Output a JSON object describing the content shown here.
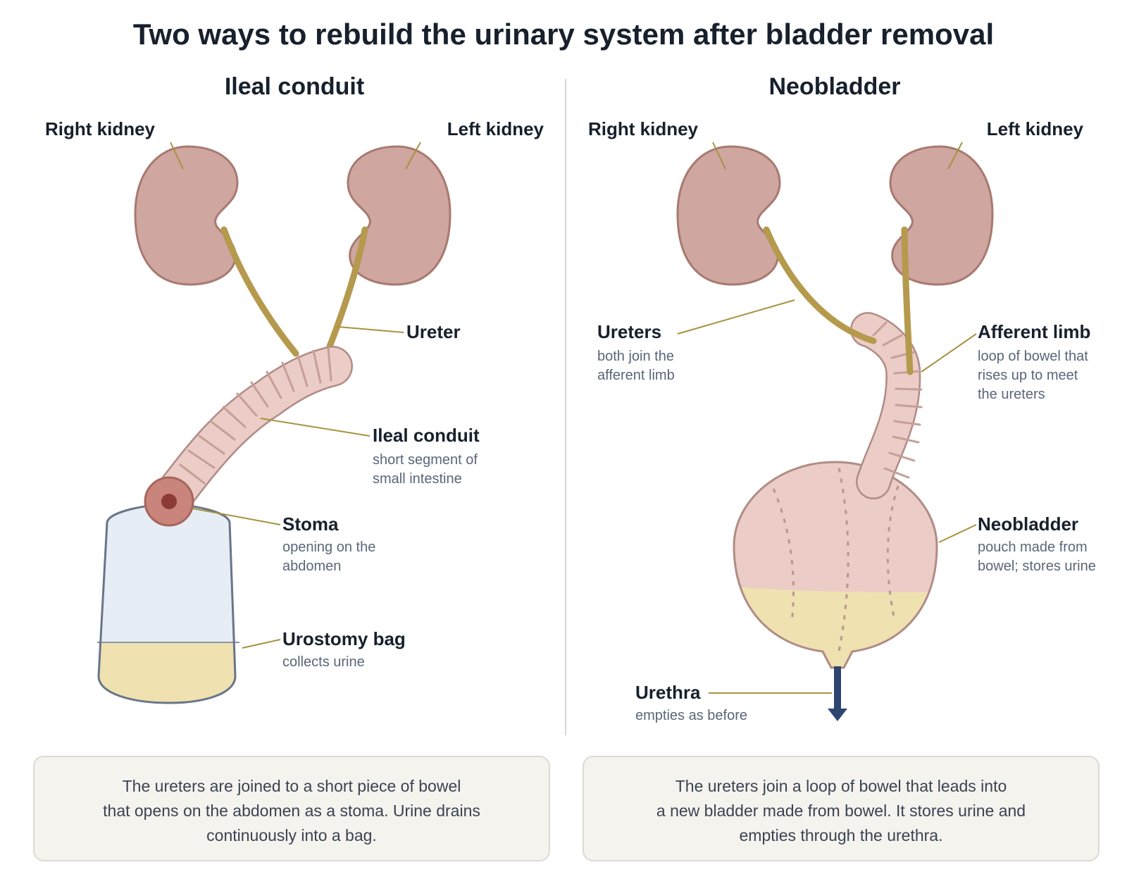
{
  "title": "Two ways to rebuild the urinary system after bladder removal",
  "colors": {
    "kidney": "#cfa6a0",
    "ureter": "#b59a4d",
    "bowel": "#ecccc6",
    "urine": "#efe1b0",
    "bag": "#e6edf5",
    "arrow": "#2d4670",
    "caption_bg": "#f5f3ee"
  },
  "left": {
    "title": "Ileal conduit",
    "right_kidney": "Right kidney",
    "left_kidney": "Left kidney",
    "ureter": {
      "label": "Ureter"
    },
    "conduit": {
      "label": "Ileal conduit",
      "sub1": "short segment of",
      "sub2": "small intestine"
    },
    "stoma": {
      "label": "Stoma",
      "sub1": "opening on the",
      "sub2": "abdomen"
    },
    "bag": {
      "label": "Urostomy bag",
      "sub1": "collects urine"
    },
    "caption": [
      "The ureters are joined to a short piece of bowel",
      "that opens on the abdomen as a stoma. Urine drains",
      "continuously into a bag."
    ]
  },
  "right": {
    "title": "Neobladder",
    "right_kidney": "Right kidney",
    "left_kidney": "Left kidney",
    "ureters": {
      "label": "Ureters",
      "sub1": "both join the",
      "sub2": "afferent limb"
    },
    "afferent": {
      "label": "Afferent limb",
      "sub1": "loop of bowel that",
      "sub2": "rises up to meet",
      "sub3": "the ureters"
    },
    "neobladder": {
      "label": "Neobladder",
      "sub1": "pouch made from",
      "sub2": "bowel; stores urine"
    },
    "urethra": {
      "label": "Urethra",
      "sub1": "empties as before"
    },
    "caption": [
      "The ureters join a loop of bowel that leads into",
      "a new bladder made from bowel. It stores urine and",
      "empties through the urethra."
    ]
  }
}
